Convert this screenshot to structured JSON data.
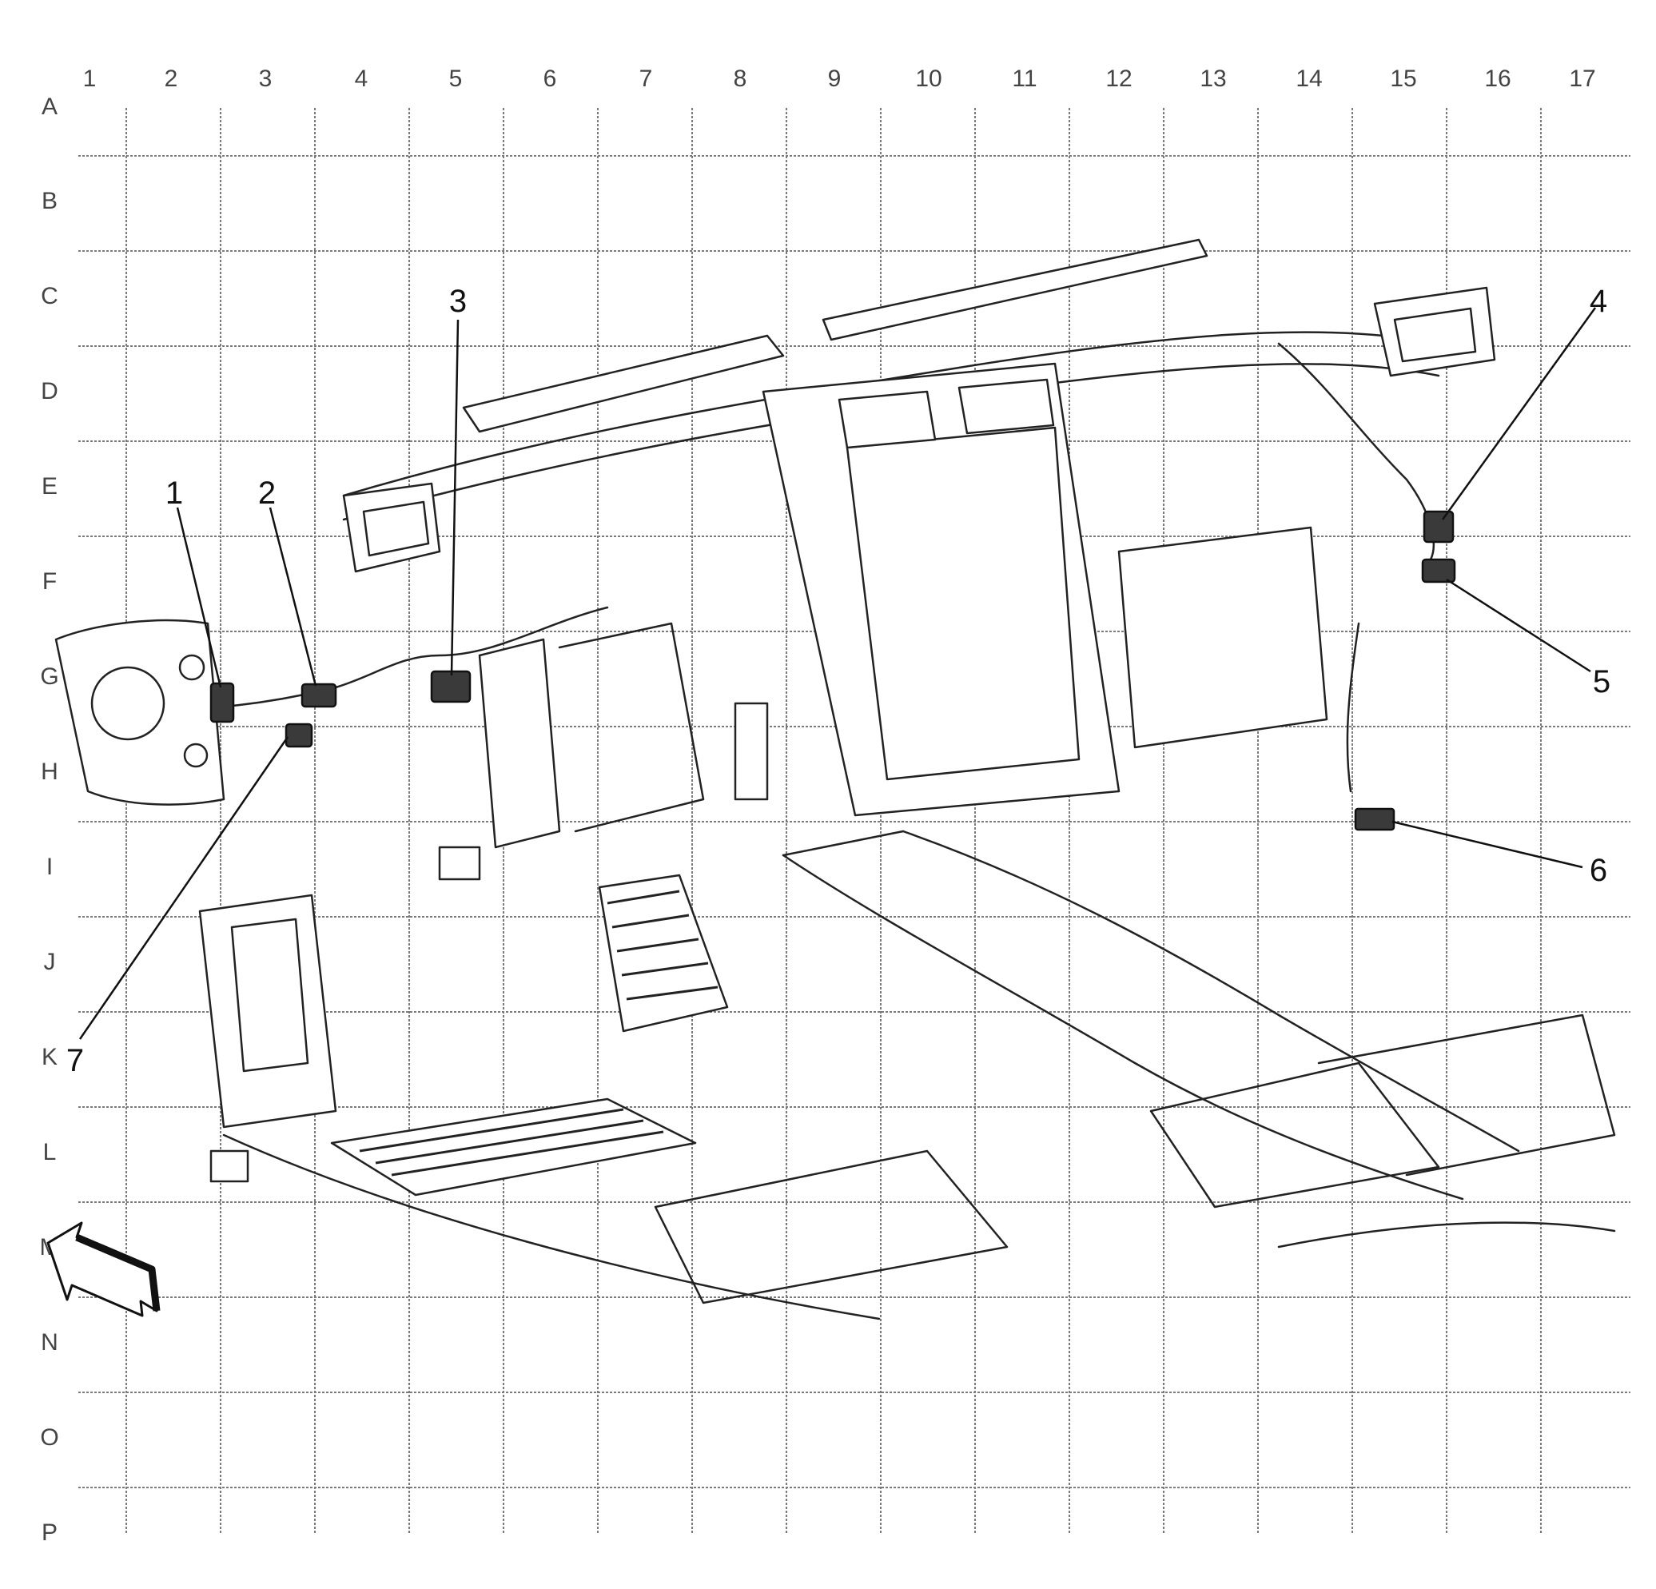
{
  "grid": {
    "columns": [
      "1",
      "2",
      "3",
      "4",
      "5",
      "6",
      "7",
      "8",
      "9",
      "10",
      "11",
      "12",
      "13",
      "14",
      "15",
      "16",
      "17"
    ],
    "rows": [
      "A",
      "B",
      "C",
      "D",
      "E",
      "F",
      "G",
      "H",
      "I",
      "J",
      "K",
      "L",
      "M",
      "N",
      "O",
      "P"
    ]
  },
  "callouts": [
    "1",
    "2",
    "3",
    "4",
    "5",
    "6",
    "7"
  ],
  "icons": {
    "front_arrow": "front-direction-arrow-icon"
  }
}
